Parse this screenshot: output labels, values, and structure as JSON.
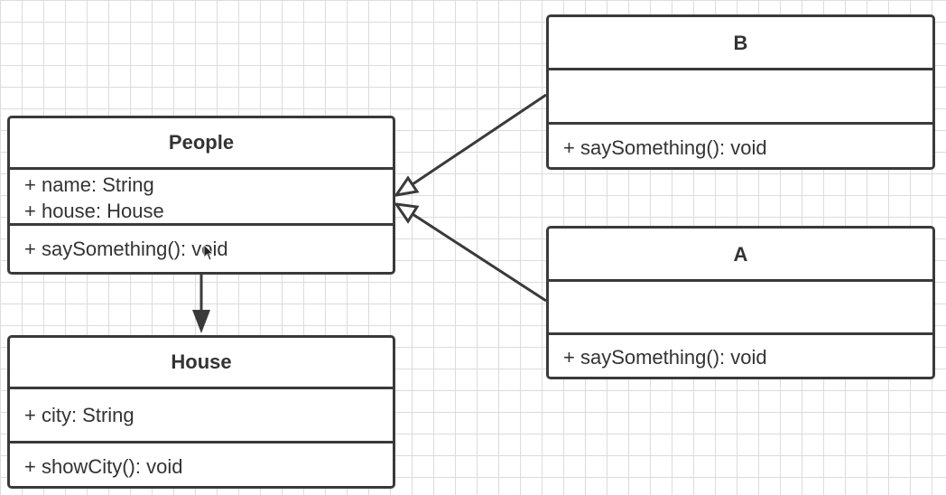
{
  "diagram": {
    "classes": {
      "people": {
        "name": "People",
        "attributes": [
          "+ name: String",
          "+ house: House"
        ],
        "operations": [
          "+ saySomething(): void"
        ]
      },
      "house": {
        "name": "House",
        "attributes": [
          "+ city: String"
        ],
        "operations": [
          "+ showCity(): void"
        ]
      },
      "b": {
        "name": "B",
        "attributes": [],
        "operations": [
          "+ saySomething(): void"
        ]
      },
      "a": {
        "name": "A",
        "attributes": [],
        "operations": [
          "+ saySomething(): void"
        ]
      }
    },
    "relations": [
      {
        "type": "association",
        "from": "People",
        "to": "House"
      },
      {
        "type": "generalization",
        "from": "B",
        "to": "People"
      },
      {
        "type": "generalization",
        "from": "A",
        "to": "People"
      }
    ]
  },
  "colors": {
    "border": "#3a3a3a",
    "grid": "#dcdcdc",
    "text": "#333333",
    "background": "#ffffff"
  },
  "icons": {
    "cursor": "mouse-pointer-icon"
  }
}
